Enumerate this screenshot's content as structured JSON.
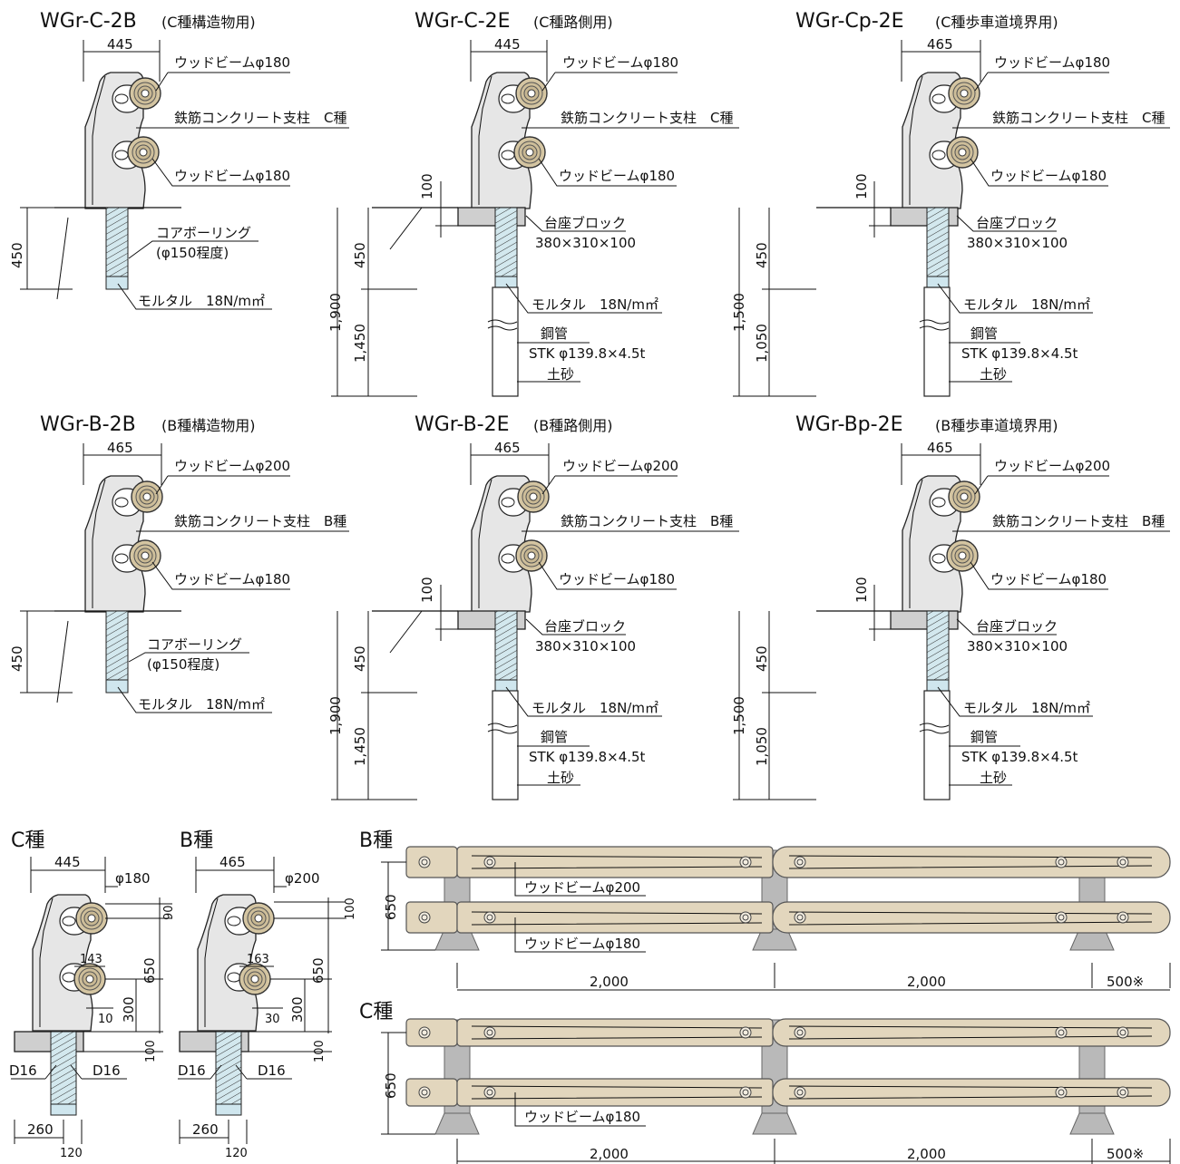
{
  "panels": {
    "c2b": {
      "title": "WGr-C-2B",
      "sub": "(C種構造物用)",
      "width": "445",
      "beam_top": "ウッドビームφ180",
      "post": "鉄筋コンクリート支柱　C種",
      "beam_bot": "ウッドビームφ180",
      "depth": "450",
      "coring": "コアボーリング",
      "coring2": "(φ150程度)",
      "mortar": "モルタル　18N/m㎡"
    },
    "c2e": {
      "title": "WGr-C-2E",
      "sub": "(C種路側用)",
      "width": "445",
      "beam_top": "ウッドビームφ180",
      "post": "鉄筋コンクリート支柱　C種",
      "beam_bot": "ウッドビームφ180",
      "d100": "100",
      "base": "台座ブロック",
      "base2": "380×310×100",
      "d450": "450",
      "dtotal": "1,900",
      "dlow": "1,450",
      "mortar": "モルタル　18N/m㎡",
      "pipe": "鋼管",
      "pipe2": "STK φ139.8×4.5t",
      "soil": "土砂"
    },
    "cp2e": {
      "title": "WGr-Cp-2E",
      "sub": "(C種歩車道境界用)",
      "width": "465",
      "beam_top": "ウッドビームφ180",
      "post": "鉄筋コンクリート支柱　C種",
      "beam_bot": "ウッドビームφ180",
      "d100": "100",
      "base": "台座ブロック",
      "base2": "380×310×100",
      "d450": "450",
      "dtotal": "1,500",
      "dlow": "1,050",
      "mortar": "モルタル　18N/m㎡",
      "pipe": "鋼管",
      "pipe2": "STK φ139.8×4.5t",
      "soil": "土砂"
    },
    "b2b": {
      "title": "WGr-B-2B",
      "sub": "(B種構造物用)",
      "width": "465",
      "beam_top": "ウッドビームφ200",
      "post": "鉄筋コンクリート支柱　B種",
      "beam_bot": "ウッドビームφ180",
      "depth": "450",
      "coring": "コアボーリング",
      "coring2": "(φ150程度)",
      "mortar": "モルタル　18N/m㎡"
    },
    "b2e": {
      "title": "WGr-B-2E",
      "sub": "(B種路側用)",
      "width": "465",
      "beam_top": "ウッドビームφ200",
      "post": "鉄筋コンクリート支柱　B種",
      "beam_bot": "ウッドビームφ180",
      "d100": "100",
      "base": "台座ブロック",
      "base2": "380×310×100",
      "d450": "450",
      "dtotal": "1,900",
      "dlow": "1,450",
      "mortar": "モルタル　18N/m㎡",
      "pipe": "鋼管",
      "pipe2": "STK φ139.8×4.5t",
      "soil": "土砂"
    },
    "bp2e": {
      "title": "WGr-Bp-2E",
      "sub": "(B種歩車道境界用)",
      "width": "465",
      "beam_top": "ウッドビームφ200",
      "post": "鉄筋コンクリート支柱　B種",
      "beam_bot": "ウッドビームφ180",
      "d100": "100",
      "base": "台座ブロック",
      "base2": "380×310×100",
      "d450": "450",
      "dtotal": "1,500",
      "dlow": "1,050",
      "mortar": "モルタル　18N/m㎡",
      "pipe": "鋼管",
      "pipe2": "STK φ139.8×4.5t",
      "soil": "土砂"
    }
  },
  "detail_c": {
    "title": "C種",
    "width": "445",
    "phi": "φ180",
    "d143": "143",
    "d90": "90",
    "d650": "650",
    "d10": "10",
    "d300": "300",
    "d100": "100",
    "d16a": "D16",
    "d16b": "D16",
    "d260": "260",
    "d120": "120"
  },
  "detail_b": {
    "title": "B種",
    "width": "465",
    "phi": "φ200",
    "d163": "163",
    "d100top": "100",
    "d650": "650",
    "d30": "30",
    "d300": "300",
    "d100": "100",
    "d16a": "D16",
    "d16b": "D16",
    "d260": "260",
    "d120": "120"
  },
  "elev_b": {
    "title": "B種",
    "h": "650",
    "beam_top": "ウッドビームφ200",
    "beam_bot": "ウッドビームφ180",
    "s1": "2,000",
    "s2": "2,000",
    "s3": "500※"
  },
  "elev_c": {
    "title": "C種",
    "h": "650",
    "beam": "ウッドビームφ180",
    "s1": "2,000",
    "s2": "2,000",
    "s3": "500※"
  }
}
